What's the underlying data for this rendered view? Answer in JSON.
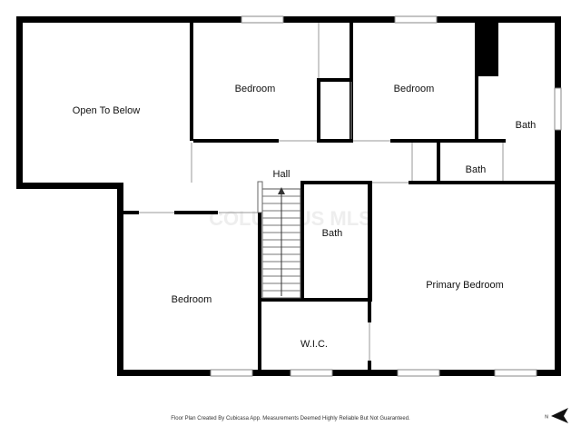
{
  "rooms": {
    "open_to_below": "Open To Below",
    "bedroom_top_left": "Bedroom",
    "bedroom_top_right": "Bedroom",
    "bath_right": "Bath",
    "bath_small": "Bath",
    "hall": "Hall",
    "bath_center": "Bath",
    "bedroom_bottom_left": "Bedroom",
    "primary_bedroom": "Primary Bedroom",
    "wic": "W.I.C."
  },
  "watermark": "COLUMBUS MLS",
  "compass": "N",
  "credit": "Floor Plan Created By Cubicasa App. Measurements Deemed Highly Reliable But Not Guaranteed.",
  "colors": {
    "wall": "#000000",
    "window": "#8a8a8a",
    "background": "#ffffff"
  },
  "icons": {
    "compass": "north-arrow-icon"
  }
}
